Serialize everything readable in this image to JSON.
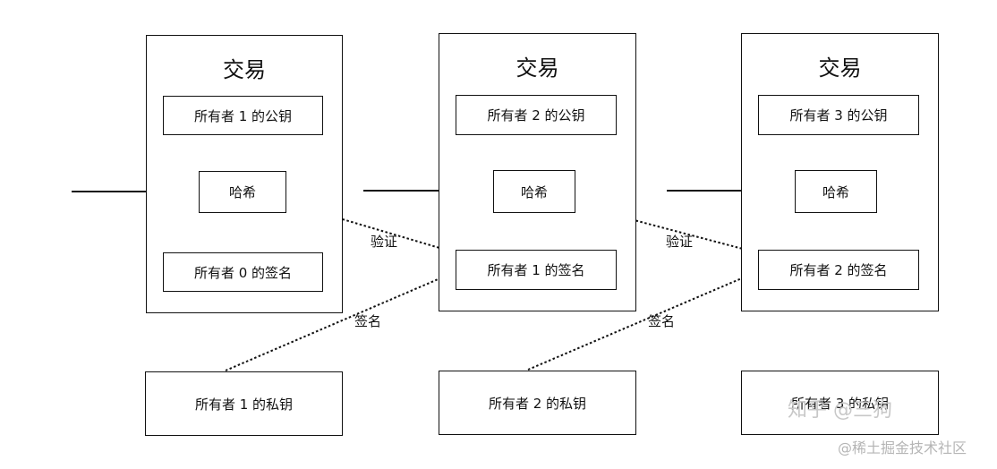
{
  "transactions": [
    {
      "title": "交易",
      "owner_pubkey": "所有者 1 的公钥",
      "hash": "哈希",
      "signature": "所有者 0 的签名",
      "owner_privkey": "所有者 1 的私钥"
    },
    {
      "title": "交易",
      "owner_pubkey": "所有者 2 的公钥",
      "hash": "哈希",
      "signature": "所有者 1 的签名",
      "owner_privkey": "所有者 2 的私钥"
    },
    {
      "title": "交易",
      "owner_pubkey": "所有者 3 的公钥",
      "hash": "哈希",
      "signature": "所有者 2 的签名",
      "owner_privkey": "所有者 3 的私钥"
    }
  ],
  "labels": {
    "verify": "验证",
    "sign": "签名"
  },
  "watermarks": {
    "zhihu": "知乎 @三狗",
    "juejin": "@稀土掘金技术社区"
  }
}
